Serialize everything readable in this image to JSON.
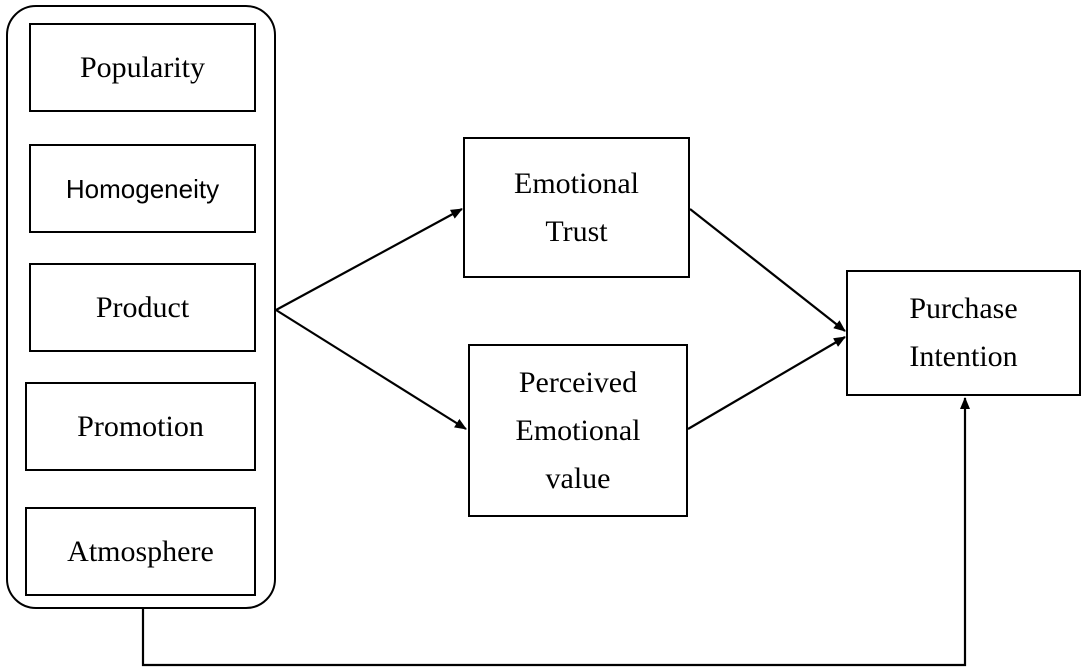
{
  "factors": [
    {
      "label": "Popularity"
    },
    {
      "label": "Homogeneity"
    },
    {
      "label": "Product"
    },
    {
      "label": "Promotion"
    },
    {
      "label": "Atmosphere"
    }
  ],
  "mediators": {
    "emotional_trust": {
      "line1": "Emotional",
      "line2": "Trust"
    },
    "perceived_emotional_value": {
      "line1": "Perceived",
      "line2": "Emotional",
      "line3": "value"
    }
  },
  "outcome": {
    "line1": "Purchase",
    "line2": "Intention"
  }
}
